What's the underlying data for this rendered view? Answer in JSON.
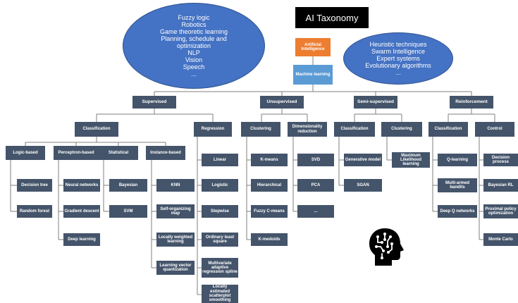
{
  "title": "AI Taxonomy",
  "root": "Artificial Intelligence",
  "ml": "Machine learning",
  "left_ellipse": [
    "Fuzzy logic",
    "Robotics",
    "Game theoretic learning",
    "Planning, schedule and",
    "optimization",
    "NLP",
    "Vision",
    "Speech",
    "..."
  ],
  "right_ellipse": [
    "Heuristic techniques",
    "Swarm Intelligence",
    "Expert systems",
    "Evolutionary algorithms",
    "..."
  ],
  "branches": {
    "supervised": "Supervised",
    "unsupervised": "Unsupervised",
    "semi": "Semi-supervised",
    "reinforcement": "Reinforcement"
  },
  "supervised": {
    "classification": "Classification",
    "regression": "Regression",
    "logic": {
      "label": "Logic-based",
      "items": [
        "Decision tree",
        "Random forest"
      ]
    },
    "perceptron": {
      "label": "Perceptron-based",
      "items": [
        "Neural networks",
        "Gradient descent",
        "Deep learning"
      ]
    },
    "statistical": {
      "label": "Statistical",
      "items": [
        "Bayesian",
        "SVM"
      ]
    },
    "instance": {
      "label": "Instance-based",
      "items": [
        "KNN",
        "Self-organizing map",
        "Locally weighted learning",
        "Learning vector quantization"
      ]
    },
    "regression_items": [
      "Linear",
      "Logistic",
      "Stepwise",
      "Ordinary least square",
      "Multivariate adaptive regression spline",
      "Locally estimated scatterplot smoothing"
    ]
  },
  "unsupervised": {
    "clustering": {
      "label": "Clustering",
      "items": [
        "K-means",
        "Hierarchical",
        "Fuzzy C-means",
        "K-medoids"
      ]
    },
    "dimensionality": {
      "label": "Dimensionality reduction",
      "items": [
        "SVD",
        "PCA",
        "..."
      ]
    }
  },
  "semi": {
    "classification": {
      "label": "Classification",
      "items": [
        "Generative model",
        "SGAN"
      ]
    },
    "clustering": {
      "label": "Clustering",
      "items": [
        "Maximum Likelihood learning"
      ]
    }
  },
  "reinforcement": {
    "classification": {
      "label": "Classification",
      "items": [
        "Q-learning",
        "Multi-armed bandits",
        "Deep Q networks"
      ]
    },
    "control": {
      "label": "Control",
      "items": [
        "Decision process",
        "Bayesian RL",
        "Proximal policy optimization",
        "Monte Carlo"
      ]
    }
  },
  "brain_icon": "head-with-brain-circuit-icon",
  "colors": {
    "node": "#44546a",
    "root": "#ed7d31",
    "ml": "#5b9bd5",
    "ellipse": "#4472c4"
  }
}
